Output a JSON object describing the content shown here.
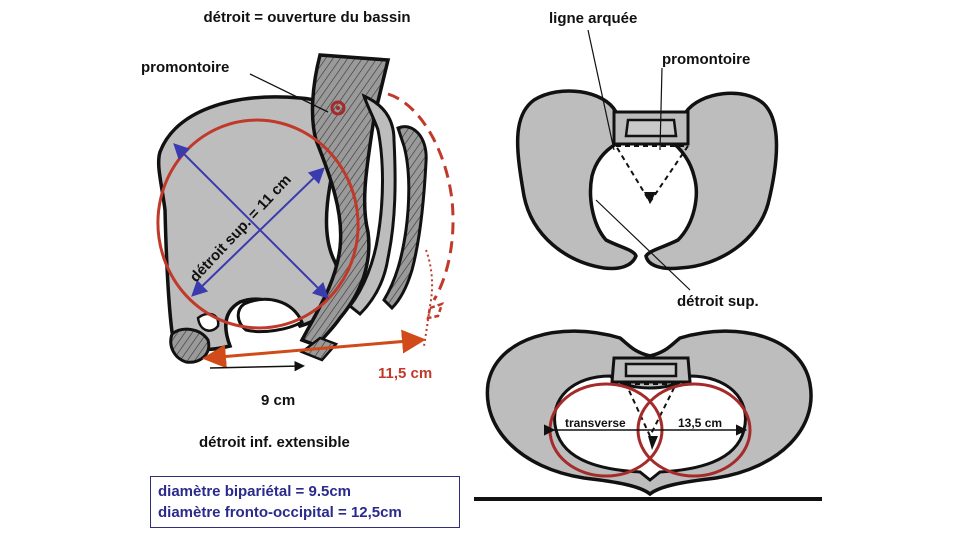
{
  "left_diagram": {
    "title": "détroit = ouverture du bassin",
    "promontoire_label": "promontoire",
    "superior_strait_label": "détroit sup. = 11 cm",
    "inferior_measure_label": "9 cm",
    "extended_measure_label": "11,5 cm",
    "inferior_strait_label": "détroit inf. extensible"
  },
  "info_box": {
    "line1": "diamètre bipariétal = 9.5cm",
    "line2": "diamètre fronto-occipital = 12,5cm"
  },
  "top_right_diagram": {
    "ligne_arquee_label": "ligne arquée",
    "promontoire_label": "promontoire",
    "detroit_sup_label": "détroit sup."
  },
  "bottom_right_diagram": {
    "transverse_label": "transverse",
    "measure_label": "13,5 cm"
  },
  "colors": {
    "bone_fill": "#bdbdbd",
    "outline": "#111111",
    "red": "#c0392b",
    "orange_red": "#d04a1a",
    "blue": "#3b3bb0",
    "dark_red": "#a52a2a"
  }
}
